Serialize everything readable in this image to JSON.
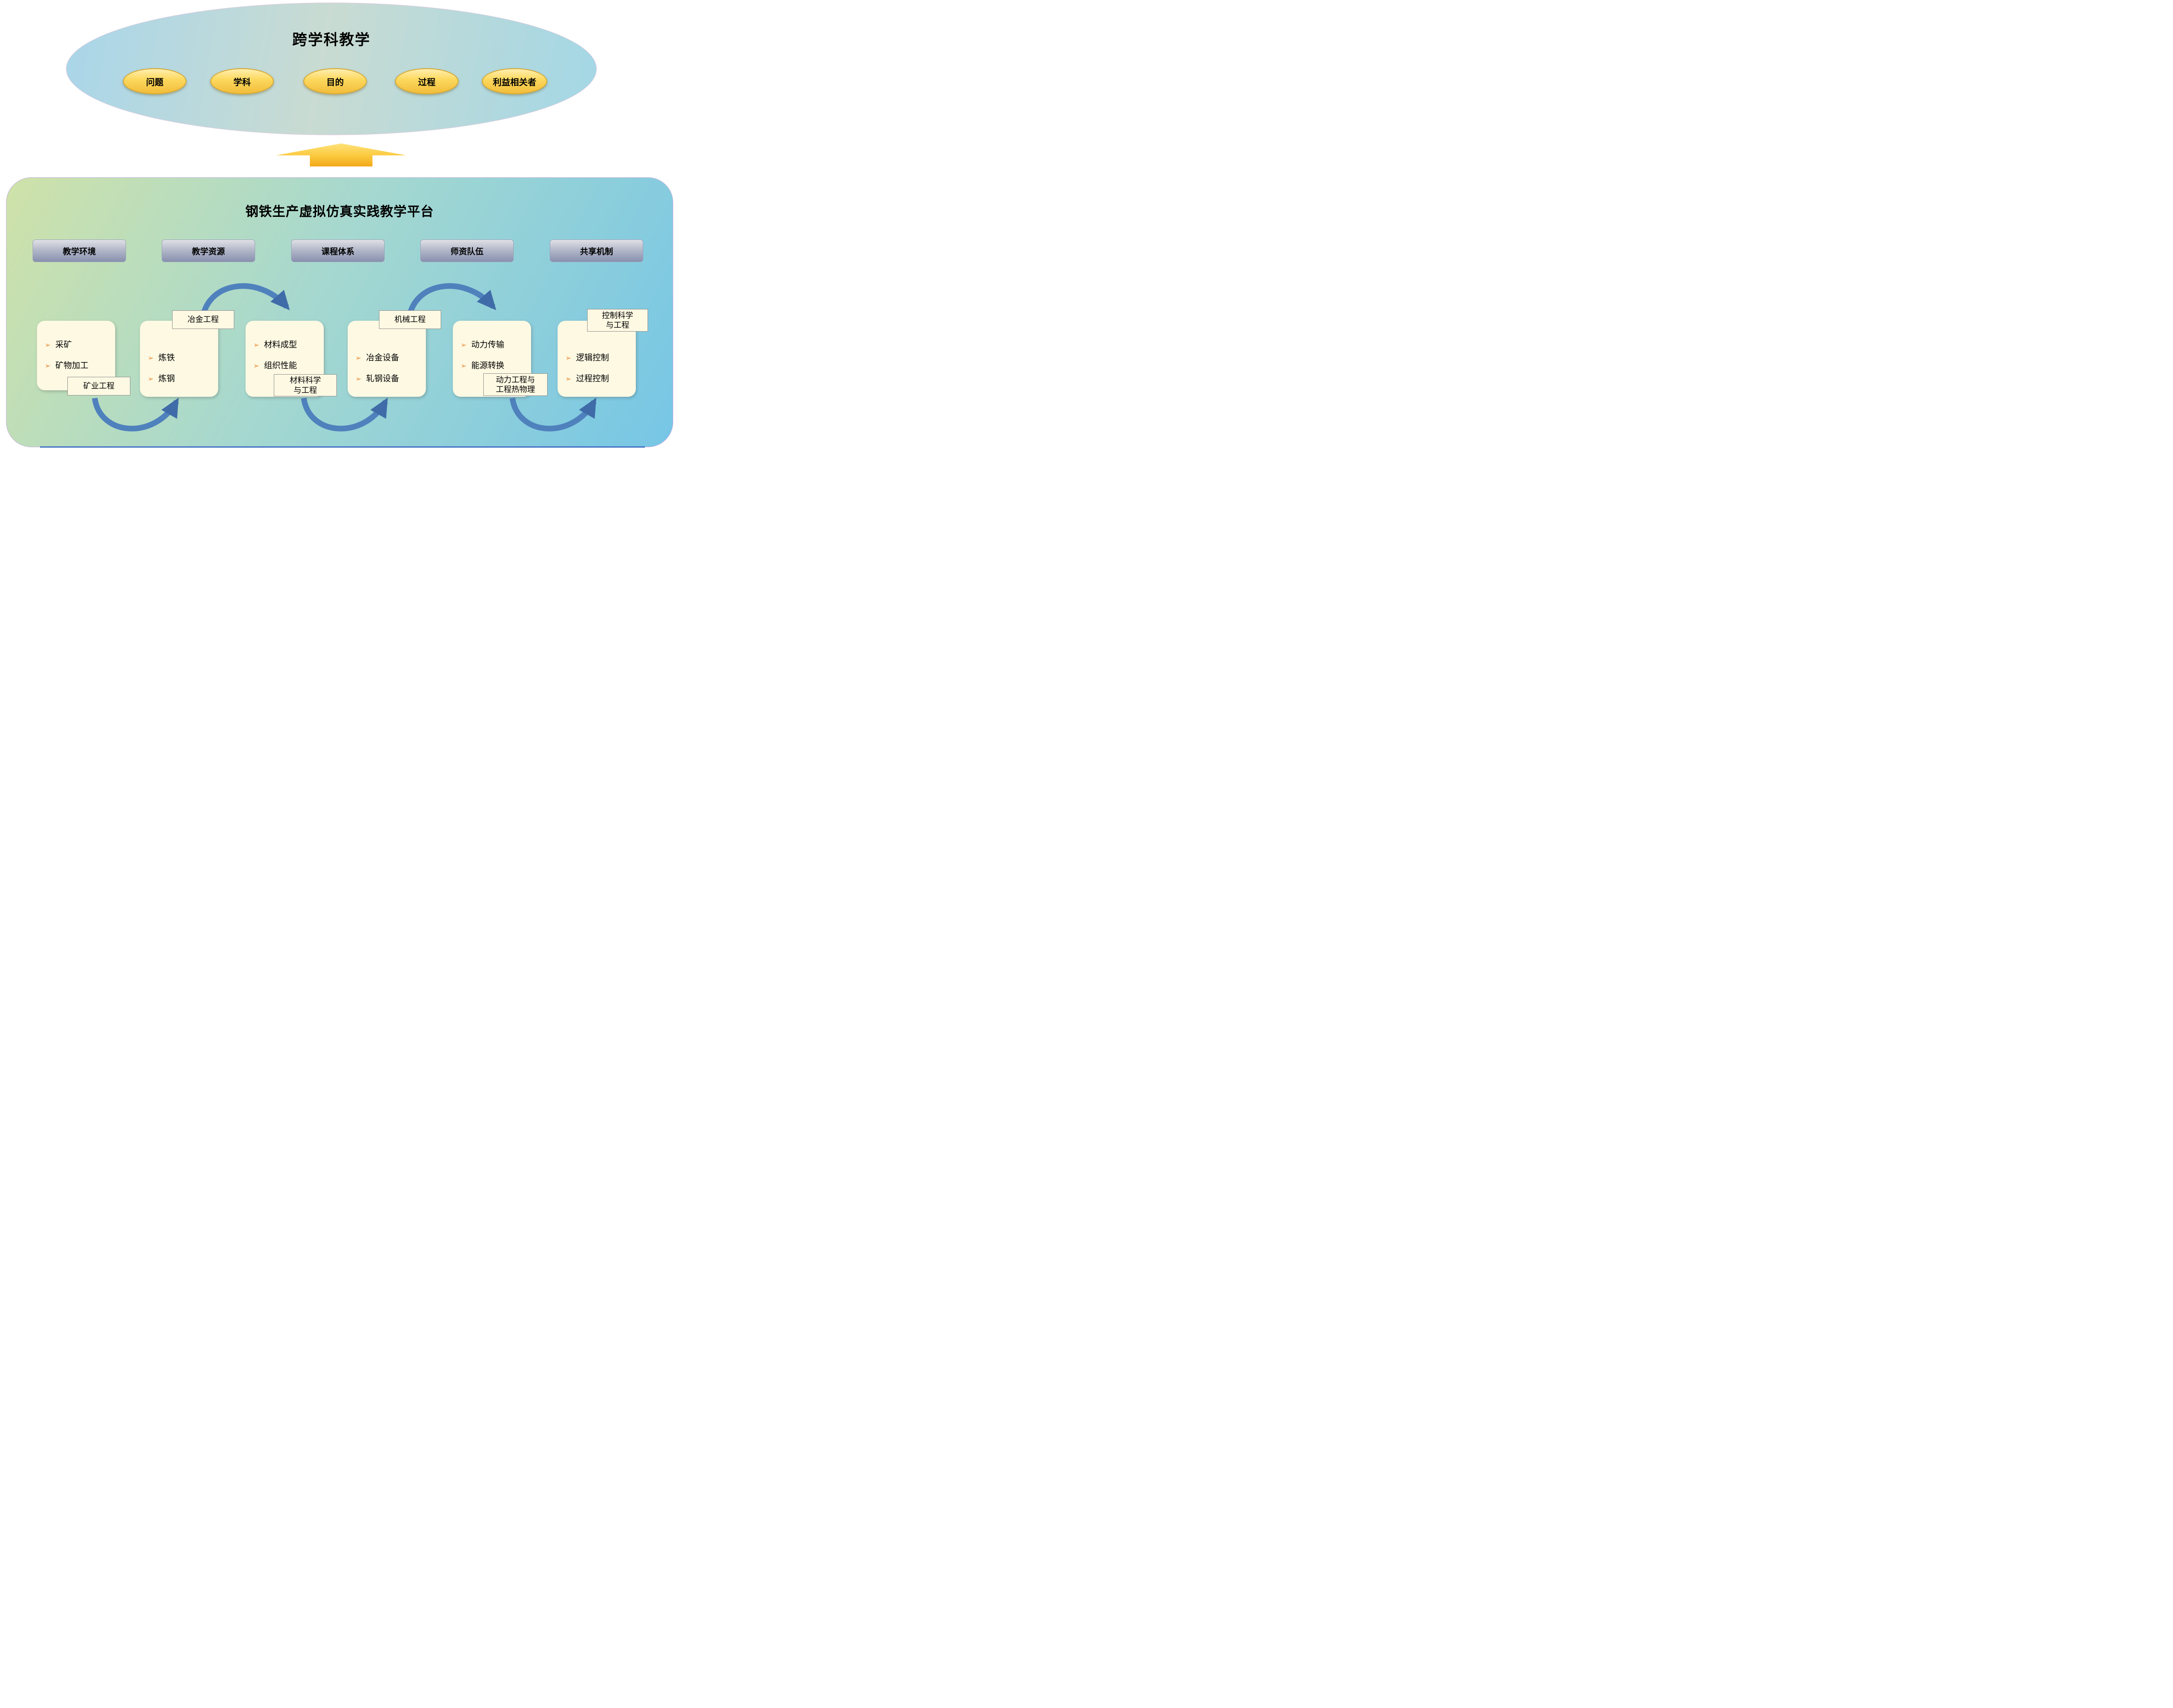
{
  "colors": {
    "node_gold": "#f5c843",
    "big_arrow_gold": "#f7b733",
    "flow_arrow_blue": "#4f81bd",
    "panel_green": "#cfe2a9",
    "panel_blue": "#76c6e6",
    "card_cream": "#fdf9e3",
    "pillar_gray": "#8891af",
    "bottom_line_blue": "#4472c4"
  },
  "interdisciplinary": {
    "title": "跨学科教学",
    "nodes": [
      {
        "label": "问题"
      },
      {
        "label": "学科"
      },
      {
        "label": "目的"
      },
      {
        "label": "过程"
      },
      {
        "label": "利益相关者"
      }
    ]
  },
  "platform": {
    "title": "钢铁生产虚拟仿真实践教学平台",
    "pillars": [
      {
        "label": "教学环境"
      },
      {
        "label": "教学资源"
      },
      {
        "label": "课程体系"
      },
      {
        "label": "师资队伍"
      },
      {
        "label": "共享机制"
      }
    ],
    "bullet_glyph": "➢",
    "disciplines": [
      {
        "name": "矿业工程",
        "label_position": "bottom",
        "items": [
          "采矿",
          "矿物加工"
        ]
      },
      {
        "name": "冶金工程",
        "label_position": "top",
        "items": [
          "炼铁",
          "炼钢"
        ]
      },
      {
        "name": "材料科学\n与工程",
        "label_position": "bottom",
        "items": [
          "材料成型",
          "组织性能"
        ]
      },
      {
        "name": "机械工程",
        "label_position": "top",
        "items": [
          "冶金设备",
          "轧钢设备"
        ]
      },
      {
        "name": "动力工程与\n工程热物理",
        "label_position": "bottom",
        "items": [
          "动力传输",
          "能源转换"
        ]
      },
      {
        "name": "控制科学\n与工程",
        "label_position": "top",
        "items": [
          "逻辑控制",
          "过程控制"
        ]
      }
    ],
    "connections": [
      [
        0,
        1
      ],
      [
        1,
        2
      ],
      [
        2,
        3
      ],
      [
        3,
        4
      ],
      [
        4,
        5
      ]
    ]
  }
}
